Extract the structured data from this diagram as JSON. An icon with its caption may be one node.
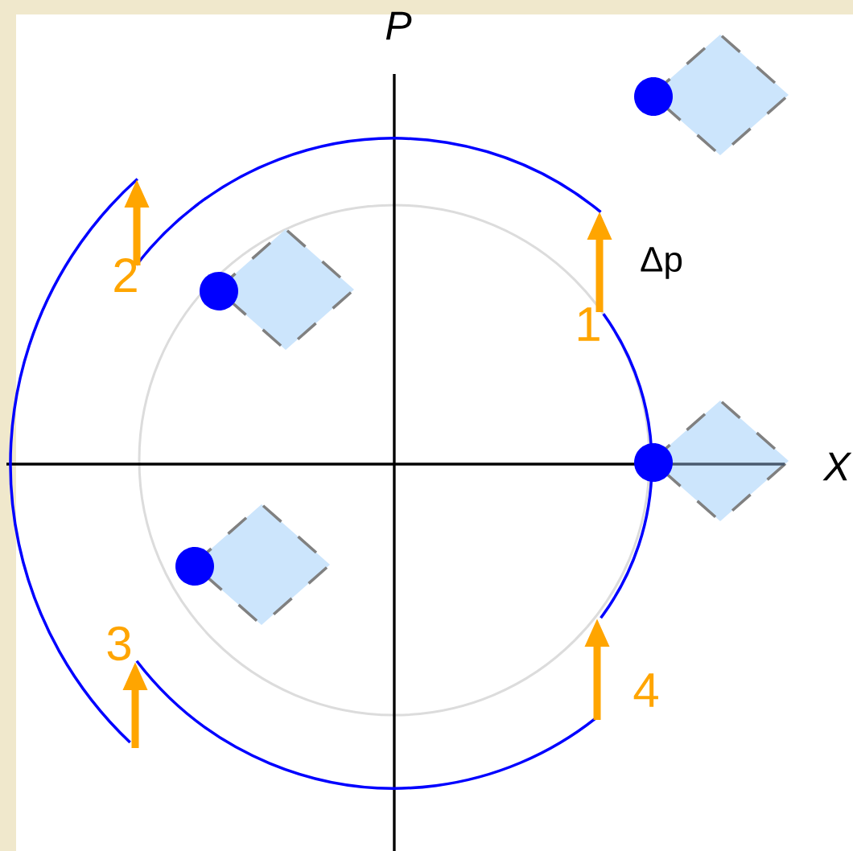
{
  "diagram": {
    "labels": [
      "P",
      "Δp",
      "2",
      "1",
      "X",
      "3",
      "4"
    ]
  }
}
